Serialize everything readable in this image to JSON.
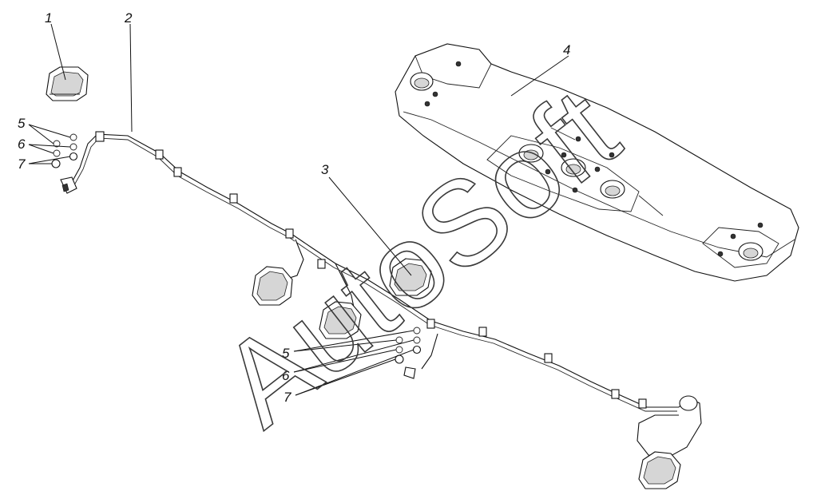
{
  "callouts": {
    "c1": "1",
    "c2": "2",
    "c3": "3",
    "c4": "4",
    "c5a": "5",
    "c6a": "6",
    "c7a": "7",
    "c5b": "5",
    "c6b": "6",
    "c7b": "7"
  },
  "watermark": {
    "text": "AutoSoft"
  }
}
